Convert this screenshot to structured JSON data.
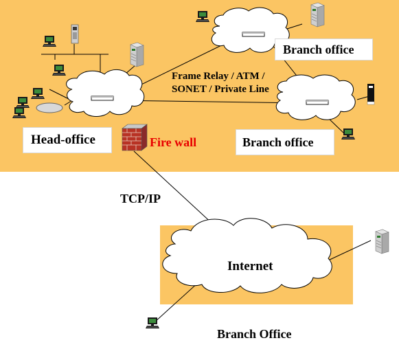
{
  "colors": {
    "background_zone": "#fbc563",
    "page": "#ffffff",
    "line": "#000000",
    "cloud_fill": "#ffffff",
    "firewall_label": "#e80000"
  },
  "labels": {
    "wan_line1": "Frame Relay / ATM /",
    "wan_line2": "SONET / Private Line",
    "head_office": "Head-office",
    "branch_office_top": "Branch office",
    "branch_office_right": "Branch office",
    "firewall": "Fire wall",
    "tcpip": "TCP/IP",
    "internet": "Internet",
    "branch_office_bottom": "Branch Office"
  },
  "icons": {
    "computer": "computer-icon",
    "server": "server-tower-icon",
    "router": "router-icon",
    "firewall": "brick-wall-icon",
    "cloud": "network-cloud-icon",
    "hub": "hub-icon",
    "phone": "phone-icon",
    "device": "network-device-icon"
  }
}
